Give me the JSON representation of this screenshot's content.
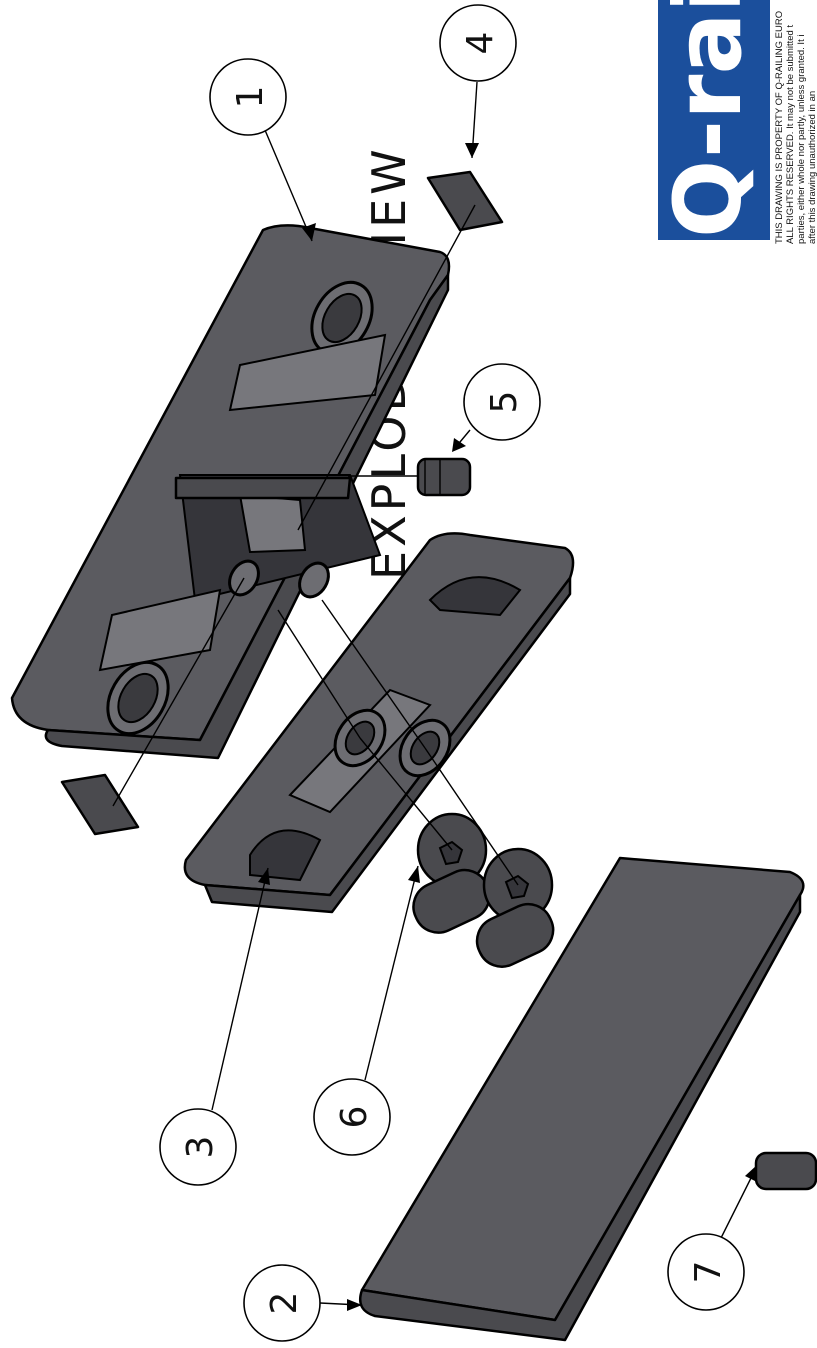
{
  "drawing": {
    "title": "EXPLODED VIEW",
    "logo_text": "Q-raili",
    "notice_lines": [
      "THIS DRAWING IS PROPERTY OF Q-RAILING EURO",
      "ALL RIGHTS RESERVED. It may not be submitted t",
      "parties, either whole nor partly, unless granted. It i",
      "after this drawing unauthorized in an"
    ],
    "balloons": [
      "1",
      "2",
      "3",
      "4",
      "5",
      "6",
      "7"
    ]
  }
}
